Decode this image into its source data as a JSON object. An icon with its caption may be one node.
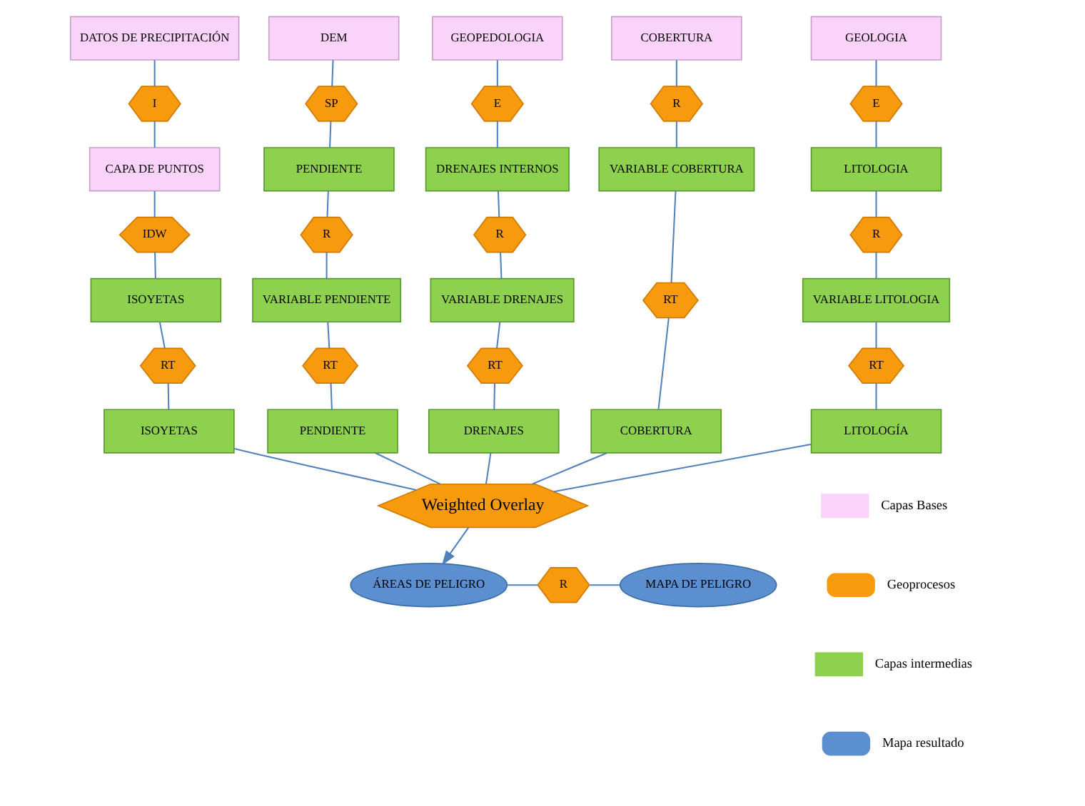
{
  "diagram": {
    "nodes": [
      {
        "text": [
          "DATOS DE PRECIPITACIÓN"
        ]
      },
      {
        "text": [
          "I"
        ]
      },
      {
        "text": [
          "CAPA DE PUNTOS"
        ]
      },
      {
        "text": [
          "IDW"
        ]
      },
      {
        "text": [
          "ISOYETAS"
        ]
      },
      {
        "text": [
          "RT"
        ]
      },
      {
        "text": [
          "ISOYETAS"
        ]
      },
      {
        "text": [
          "DEM"
        ]
      },
      {
        "text": [
          "SP"
        ]
      },
      {
        "text": [
          "PENDIENTE"
        ]
      },
      {
        "text": [
          "R"
        ]
      },
      {
        "text": [
          "VARIABLE PENDIENTE"
        ]
      },
      {
        "text": [
          "RT"
        ]
      },
      {
        "text": [
          "PENDIENTE"
        ]
      },
      {
        "text": [
          "GEOPEDOLOGIA"
        ]
      },
      {
        "text": [
          "E"
        ]
      },
      {
        "text": [
          "DRENAJES INTERNOS"
        ]
      },
      {
        "text": [
          "R"
        ]
      },
      {
        "text": [
          "VARIABLE DRENAJES"
        ]
      },
      {
        "text": [
          "RT"
        ]
      },
      {
        "text": [
          "DRENAJES"
        ]
      },
      {
        "text": [
          "COBERTURA"
        ]
      },
      {
        "text": [
          "R"
        ]
      },
      {
        "text": [
          "VARIABLE COBERTURA"
        ]
      },
      {
        "text": [
          "RT"
        ]
      },
      {
        "text": [
          "COBERTURA"
        ]
      },
      {
        "text": [
          "GEOLOGIA"
        ]
      },
      {
        "text": [
          "E"
        ]
      },
      {
        "text": [
          "LITOLOGIA"
        ]
      },
      {
        "text": [
          "R"
        ]
      },
      {
        "text": [
          "VARIABLE LITOLOGIA"
        ]
      },
      {
        "text": [
          "RT"
        ]
      },
      {
        "text": [
          "LITOLOGÍA"
        ]
      },
      {
        "text": [
          "Weighted Overlay"
        ]
      },
      {
        "text": [
          "ÁREAS DE PELIGRO"
        ]
      },
      {
        "text": [
          "R"
        ]
      },
      {
        "text": [
          "MAPA DE PELIGRO"
        ]
      }
    ],
    "edges": [
      {
        "from": 0,
        "to": 1,
        "arrow": "none"
      },
      {
        "from": 1,
        "to": 2,
        "arrow": "none"
      },
      {
        "from": 2,
        "to": 3,
        "arrow": "none"
      },
      {
        "from": 3,
        "to": 4,
        "arrow": "none"
      },
      {
        "from": 4,
        "to": 5,
        "arrow": "none"
      },
      {
        "from": 5,
        "to": 6,
        "arrow": "none"
      },
      {
        "from": 7,
        "to": 8,
        "arrow": "none"
      },
      {
        "from": 8,
        "to": 9,
        "arrow": "none"
      },
      {
        "from": 9,
        "to": 10,
        "arrow": "none"
      },
      {
        "from": 10,
        "to": 11,
        "arrow": "none"
      },
      {
        "from": 11,
        "to": 12,
        "arrow": "none"
      },
      {
        "from": 12,
        "to": 13,
        "arrow": "none"
      },
      {
        "from": 14,
        "to": 15,
        "arrow": "none"
      },
      {
        "from": 15,
        "to": 16,
        "arrow": "none"
      },
      {
        "from": 16,
        "to": 17,
        "arrow": "none"
      },
      {
        "from": 17,
        "to": 18,
        "arrow": "none"
      },
      {
        "from": 18,
        "to": 19,
        "arrow": "none"
      },
      {
        "from": 19,
        "to": 20,
        "arrow": "none"
      },
      {
        "from": 21,
        "to": 22,
        "arrow": "none"
      },
      {
        "from": 22,
        "to": 23,
        "arrow": "none"
      },
      {
        "from": 23,
        "to": 24,
        "arrow": "none"
      },
      {
        "from": 24,
        "to": 25,
        "arrow": "none"
      },
      {
        "from": 26,
        "to": 27,
        "arrow": "none"
      },
      {
        "from": 27,
        "to": 28,
        "arrow": "none"
      },
      {
        "from": 28,
        "to": 29,
        "arrow": "none"
      },
      {
        "from": 29,
        "to": 30,
        "arrow": "none"
      },
      {
        "from": 30,
        "to": 31,
        "arrow": "none"
      },
      {
        "from": 31,
        "to": 32,
        "arrow": "none"
      },
      {
        "from": 6,
        "to": 33,
        "arrow": "none"
      },
      {
        "from": 13,
        "to": 33,
        "arrow": "none"
      },
      {
        "from": 20,
        "to": 33,
        "arrow": "none"
      },
      {
        "from": 25,
        "to": 33,
        "arrow": "none"
      },
      {
        "from": 32,
        "to": 33,
        "arrow": "none"
      },
      {
        "from": 33,
        "to": 34,
        "arrow": "to"
      },
      {
        "from": 34,
        "to": 35,
        "arrow": "none"
      },
      {
        "from": 35,
        "to": 36,
        "arrow": "none"
      }
    ],
    "legend": [
      {
        "text": "Capas Bases",
        "color": "#f9d3f9"
      },
      {
        "text": "Geoprocesos",
        "color": "#f79a0e"
      },
      {
        "text": "Capas intermedias",
        "color": "#8ed14f"
      },
      {
        "text": "Mapa resultado",
        "color": "#5b8fcf"
      }
    ]
  }
}
